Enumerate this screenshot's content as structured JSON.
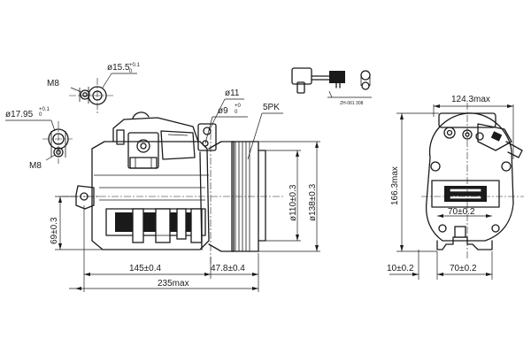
{
  "thread_label_top": "M8",
  "thread_label_bottom": "M8",
  "port_diameter_right": "ø15.5",
  "port_tol_right_upper": "+0.1",
  "port_tol_right_lower": "0",
  "port_diameter_left": "ø17.95",
  "port_tol_left_upper": "+0.1",
  "port_tol_left_lower": "0",
  "mount_hole_diameter": "ø11",
  "mount_hole_small": "ø9",
  "mount_hole_small_tol_upper": "+0",
  "mount_hole_small_tol_lower": "0",
  "pulley_type": "5PK",
  "pulley_diameter_inner": "ø110±0.3",
  "pulley_diameter_outer": "ø138±0.3",
  "center_height": "69±0.3",
  "body_length": "145±0.4",
  "pulley_offset": "47.8±0.4",
  "overall_length": "235max",
  "side_width": "124.3max",
  "side_height": "166.3max",
  "mount_spacing_inner": "70±0.2",
  "mount_spacing_bottom": "70±0.2",
  "mount_edge_offset": "10±0.2",
  "connector_part_number": "ZH-061 308",
  "outline_color": "#1a1a1a",
  "background_color": "#ffffff"
}
